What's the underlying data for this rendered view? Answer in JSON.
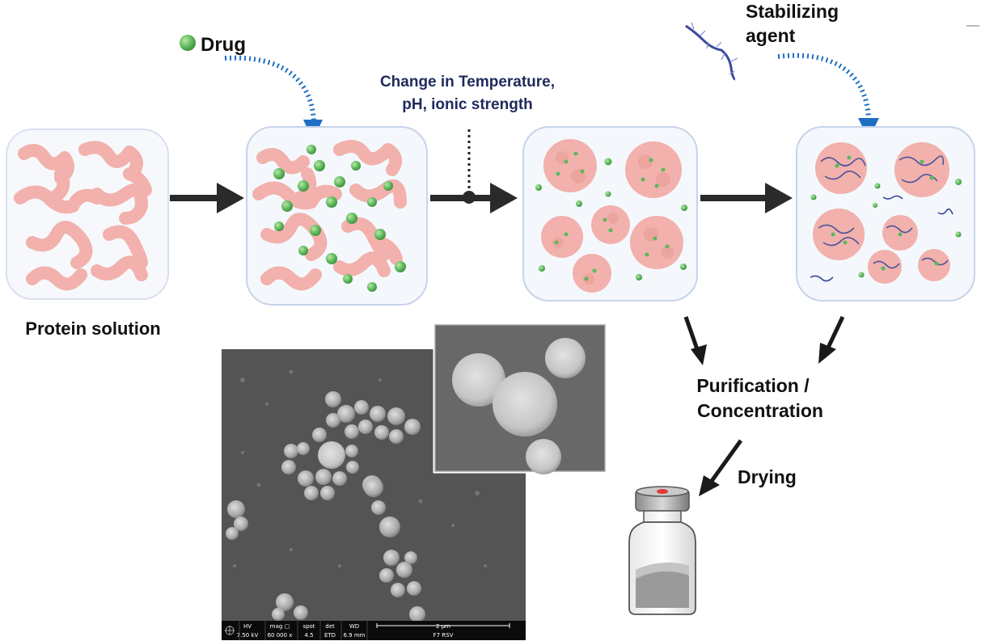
{
  "labels": {
    "drug": "Drug",
    "stabilizing_line1": "Stabilizing",
    "stabilizing_line2": "agent",
    "change_line1": "Change in Temperature,",
    "change_line2": "pH, ionic strength",
    "protein_solution": "Protein solution",
    "purification_line1": "Purification /",
    "purification_line2": "Concentration",
    "drying": "Drying"
  },
  "sem": {
    "hv_head": "HV",
    "hv_val": "7.50 kV",
    "mag_head": "mag ▢",
    "mag_val": "60 000 x",
    "spot_head": "spot",
    "spot_val": "4.5",
    "det_head": "det",
    "det_val": "ETD",
    "wd_head": "WD",
    "wd_val": "6.9 mm",
    "scale_label": "2 µm",
    "sample_label": "F7 RSV"
  },
  "colors": {
    "protein": "#f2b1ac",
    "drug": "#5cb85c",
    "arrow_blue": "#1e6fc4",
    "box_border": "#c7d3ea",
    "box_fill": "#f4f8fd",
    "stabilizer": "#3b4a9a",
    "text_navy": "#1f2a5c"
  }
}
